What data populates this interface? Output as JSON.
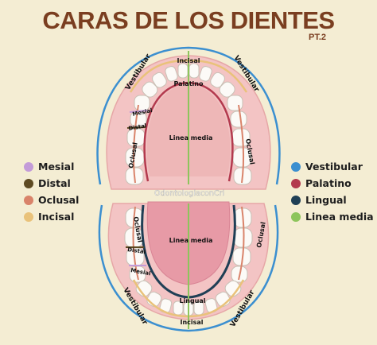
{
  "title": "CARAS DE LOS DIENTES",
  "subtitle": "PT.2",
  "watermark": "OdontologiaconCri",
  "legend_left": [
    {
      "label": "Mesial",
      "color": "#c39bd8"
    },
    {
      "label": "Distal",
      "color": "#5e4a22"
    },
    {
      "label": "Oclusal",
      "color": "#d9836a"
    },
    {
      "label": "Incisal",
      "color": "#e9c27a"
    }
  ],
  "legend_right": [
    {
      "label": "Vestibular",
      "color": "#3b8fd0"
    },
    {
      "label": "Palatino",
      "color": "#b33a4e"
    },
    {
      "label": "Lingual",
      "color": "#1f3f55"
    },
    {
      "label": "Linea media",
      "color": "#8dc55c"
    }
  ],
  "upper_arch": {
    "vestibular_left": "Vestibular",
    "vestibular_right": "Vestibular",
    "incisal": "Incisal",
    "palatino": "Palatino",
    "mesial": "Mesial",
    "distal": "Distal",
    "oclusal_left": "Oclusal",
    "oclusal_right": "Oclusal",
    "linea_media": "Linea media"
  },
  "lower_arch": {
    "oclusal_left": "Oclusal",
    "oclusal_right": "Oclusal",
    "distal": "Distal",
    "mesial": "Mesial",
    "linea_media": "Linea media",
    "lingual": "Lingual",
    "vestibular_left": "Vestibular",
    "vestibular_right": "Vestibular",
    "incisal": "Incisal"
  }
}
